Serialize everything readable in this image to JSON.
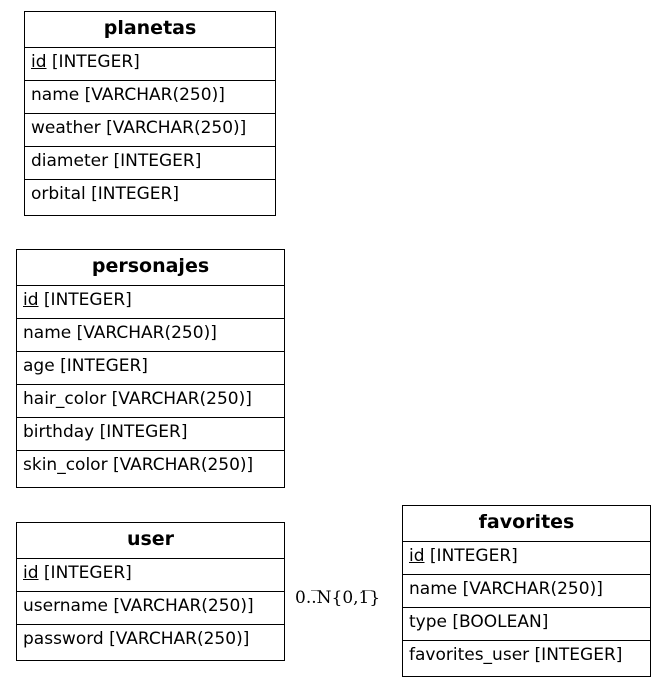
{
  "entities": {
    "planetas": {
      "name": "planetas",
      "fields": [
        {
          "name": "id",
          "type": " [INTEGER]",
          "pk": true
        },
        {
          "name": "name",
          "type": " [VARCHAR(250)]"
        },
        {
          "name": "weather",
          "type": " [VARCHAR(250)]"
        },
        {
          "name": "diameter",
          "type": " [INTEGER]"
        },
        {
          "name": "orbital",
          "type": " [INTEGER]"
        }
      ]
    },
    "personajes": {
      "name": "personajes",
      "fields": [
        {
          "name": "id",
          "type": " [INTEGER]",
          "pk": true
        },
        {
          "name": "name",
          "type": " [VARCHAR(250)]"
        },
        {
          "name": "age",
          "type": " [INTEGER]"
        },
        {
          "name": "hair_color",
          "type": " [VARCHAR(250)]"
        },
        {
          "name": "birthday",
          "type": " [INTEGER]"
        },
        {
          "name": "skin_color",
          "type": " [VARCHAR(250)]"
        }
      ]
    },
    "user": {
      "name": "user",
      "fields": [
        {
          "name": "id",
          "type": " [INTEGER]",
          "pk": true
        },
        {
          "name": "username",
          "type": " [VARCHAR(250)]"
        },
        {
          "name": "password",
          "type": " [VARCHAR(250)]"
        }
      ]
    },
    "favorites": {
      "name": "favorites",
      "fields": [
        {
          "name": "id",
          "type": " [INTEGER]",
          "pk": true
        },
        {
          "name": "name",
          "type": " [VARCHAR(250)]"
        },
        {
          "name": "type",
          "type": " [BOOLEAN]"
        },
        {
          "name": "favorites_user",
          "type": " [INTEGER]"
        }
      ]
    }
  },
  "relationship": {
    "label": "0..N{0,1}"
  }
}
